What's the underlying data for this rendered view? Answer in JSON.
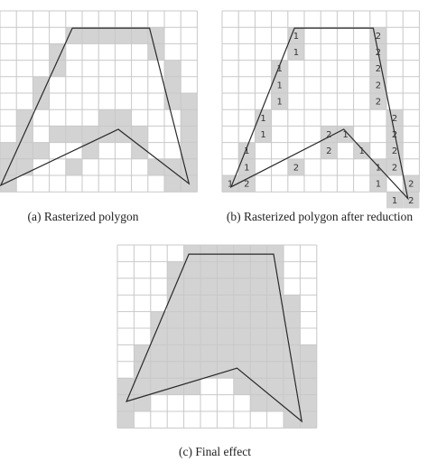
{
  "panels": [
    {
      "id": "a",
      "caption": "(a) Rasterized polygon",
      "cols": 12,
      "rows": 11,
      "filled": [
        [
          4,
          1
        ],
        [
          5,
          1
        ],
        [
          6,
          1
        ],
        [
          7,
          1
        ],
        [
          8,
          1
        ],
        [
          9,
          1
        ],
        [
          3,
          2
        ],
        [
          9,
          2
        ],
        [
          3,
          3
        ],
        [
          10,
          3
        ],
        [
          2,
          4
        ],
        [
          10,
          4
        ],
        [
          2,
          5
        ],
        [
          10,
          5
        ],
        [
          11,
          5
        ],
        [
          1,
          6
        ],
        [
          6,
          6
        ],
        [
          7,
          6
        ],
        [
          11,
          6
        ],
        [
          1,
          7
        ],
        [
          3,
          7
        ],
        [
          4,
          7
        ],
        [
          5,
          7
        ],
        [
          6,
          7
        ],
        [
          7,
          7
        ],
        [
          8,
          7
        ],
        [
          11,
          7
        ],
        [
          0,
          8
        ],
        [
          1,
          8
        ],
        [
          2,
          8
        ],
        [
          5,
          8
        ],
        [
          8,
          8
        ],
        [
          11,
          8
        ],
        [
          0,
          9
        ],
        [
          1,
          9
        ],
        [
          4,
          9
        ],
        [
          9,
          9
        ],
        [
          10,
          9
        ],
        [
          11,
          9
        ],
        [
          0,
          10
        ],
        [
          10,
          10
        ],
        [
          11,
          10
        ]
      ],
      "polygon": [
        [
          0.05,
          10.6
        ],
        [
          4.4,
          1.05
        ],
        [
          9.1,
          1.05
        ],
        [
          11.5,
          10.5
        ],
        [
          7.2,
          7.2
        ]
      ]
    },
    {
      "id": "b",
      "caption": "(b) Rasterized polygon after reduction",
      "cols": 12,
      "rows": 11,
      "filled": [
        [
          4,
          1
        ],
        [
          9,
          1
        ],
        [
          4,
          2
        ],
        [
          9,
          2
        ],
        [
          3,
          3
        ],
        [
          9,
          3
        ],
        [
          3,
          4
        ],
        [
          9,
          4
        ],
        [
          3,
          5
        ],
        [
          9,
          5
        ],
        [
          2,
          6
        ],
        [
          10,
          6
        ],
        [
          2,
          7
        ],
        [
          6,
          7
        ],
        [
          7,
          7
        ],
        [
          10,
          7
        ],
        [
          1,
          8
        ],
        [
          6,
          8
        ],
        [
          8,
          8
        ],
        [
          10,
          8
        ],
        [
          1,
          9
        ],
        [
          4,
          9
        ],
        [
          9,
          9
        ],
        [
          10,
          9
        ],
        [
          0,
          10
        ],
        [
          1,
          10
        ],
        [
          9,
          10
        ],
        [
          11,
          10
        ],
        [
          10,
          11
        ],
        [
          11,
          11
        ]
      ],
      "polygon": [
        [
          0.55,
          10.7
        ],
        [
          4.4,
          1.05
        ],
        [
          9.2,
          1.05
        ],
        [
          11.3,
          11.4
        ],
        [
          7.4,
          7.2
        ]
      ],
      "labels": [
        [
          4,
          1,
          "1"
        ],
        [
          4,
          2,
          "1"
        ],
        [
          3,
          3,
          "1"
        ],
        [
          3,
          4,
          "1"
        ],
        [
          3,
          5,
          "1"
        ],
        [
          2,
          6,
          "1"
        ],
        [
          2,
          7,
          "1"
        ],
        [
          1,
          8,
          "1"
        ],
        [
          1,
          9,
          "1"
        ],
        [
          0,
          10,
          "1"
        ],
        [
          1,
          10,
          "2"
        ],
        [
          9,
          1,
          "2"
        ],
        [
          9,
          2,
          "2"
        ],
        [
          9,
          3,
          "2"
        ],
        [
          9,
          4,
          "2"
        ],
        [
          9,
          5,
          "2"
        ],
        [
          10,
          6,
          "2"
        ],
        [
          10,
          7,
          "2"
        ],
        [
          10,
          8,
          "2"
        ],
        [
          10,
          9,
          "2"
        ],
        [
          11,
          10,
          "2"
        ],
        [
          11,
          11,
          "2"
        ],
        [
          6,
          7,
          "2"
        ],
        [
          7,
          7,
          "1"
        ],
        [
          6,
          8,
          "2"
        ],
        [
          8,
          8,
          "1"
        ],
        [
          4,
          9,
          "2"
        ],
        [
          9,
          9,
          "1"
        ],
        [
          9,
          10,
          "1"
        ],
        [
          10,
          11,
          "1"
        ]
      ]
    },
    {
      "id": "c",
      "caption": "(c) Final effect",
      "cols": 12,
      "rows": 11,
      "filled": [
        [
          4,
          0
        ],
        [
          5,
          0
        ],
        [
          6,
          0
        ],
        [
          7,
          0
        ],
        [
          8,
          0
        ],
        [
          9,
          0
        ],
        [
          3,
          1
        ],
        [
          4,
          1
        ],
        [
          5,
          1
        ],
        [
          6,
          1
        ],
        [
          7,
          1
        ],
        [
          8,
          1
        ],
        [
          9,
          1
        ],
        [
          3,
          2
        ],
        [
          4,
          2
        ],
        [
          5,
          2
        ],
        [
          6,
          2
        ],
        [
          7,
          2
        ],
        [
          8,
          2
        ],
        [
          9,
          2
        ],
        [
          3,
          3
        ],
        [
          4,
          3
        ],
        [
          5,
          3
        ],
        [
          6,
          3
        ],
        [
          7,
          3
        ],
        [
          8,
          3
        ],
        [
          9,
          3
        ],
        [
          10,
          3
        ],
        [
          2,
          4
        ],
        [
          3,
          4
        ],
        [
          4,
          4
        ],
        [
          5,
          4
        ],
        [
          6,
          4
        ],
        [
          7,
          4
        ],
        [
          8,
          4
        ],
        [
          9,
          4
        ],
        [
          10,
          4
        ],
        [
          2,
          5
        ],
        [
          3,
          5
        ],
        [
          4,
          5
        ],
        [
          5,
          5
        ],
        [
          6,
          5
        ],
        [
          7,
          5
        ],
        [
          8,
          5
        ],
        [
          9,
          5
        ],
        [
          10,
          5
        ],
        [
          1,
          6
        ],
        [
          2,
          6
        ],
        [
          3,
          6
        ],
        [
          4,
          6
        ],
        [
          5,
          6
        ],
        [
          6,
          6
        ],
        [
          7,
          6
        ],
        [
          8,
          6
        ],
        [
          9,
          6
        ],
        [
          10,
          6
        ],
        [
          11,
          6
        ],
        [
          1,
          7
        ],
        [
          2,
          7
        ],
        [
          3,
          7
        ],
        [
          4,
          7
        ],
        [
          5,
          7
        ],
        [
          6,
          7
        ],
        [
          7,
          7
        ],
        [
          8,
          7
        ],
        [
          9,
          7
        ],
        [
          10,
          7
        ],
        [
          11,
          7
        ],
        [
          0,
          8
        ],
        [
          1,
          8
        ],
        [
          2,
          8
        ],
        [
          3,
          8
        ],
        [
          4,
          8
        ],
        [
          7,
          8
        ],
        [
          8,
          8
        ],
        [
          9,
          8
        ],
        [
          10,
          8
        ],
        [
          11,
          8
        ],
        [
          0,
          9
        ],
        [
          1,
          9
        ],
        [
          8,
          9
        ],
        [
          9,
          9
        ],
        [
          10,
          9
        ],
        [
          11,
          9
        ],
        [
          0,
          10
        ],
        [
          10,
          10
        ],
        [
          11,
          10
        ]
      ],
      "polygon": [
        [
          0.55,
          9.4
        ],
        [
          4.3,
          0.55
        ],
        [
          9.4,
          0.55
        ],
        [
          11.1,
          10.6
        ],
        [
          7.2,
          7.4
        ]
      ]
    }
  ],
  "colors": {
    "grid": "#c8c8c8",
    "fill": "#d3d3d3",
    "line": "#2a2a2a",
    "background": "#ffffff"
  }
}
